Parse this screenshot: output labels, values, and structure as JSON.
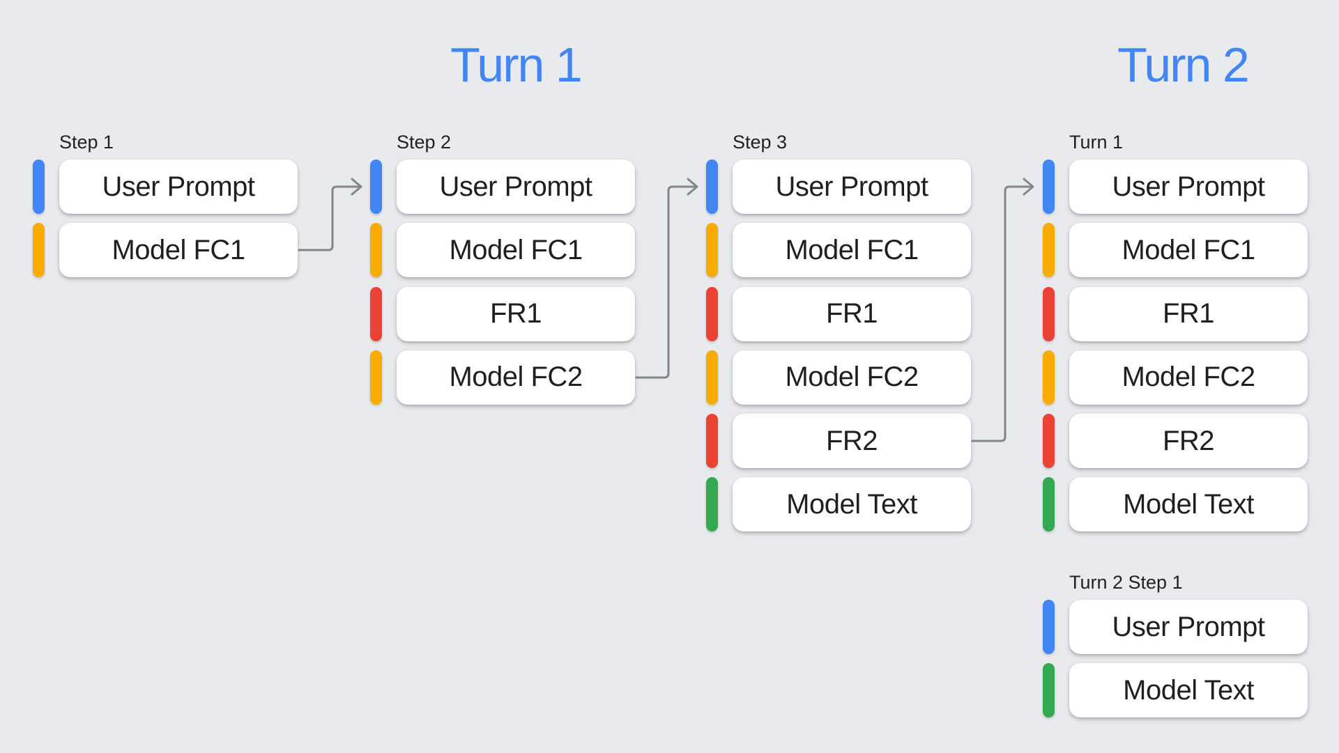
{
  "palette": {
    "background": "#E8EAED",
    "box_fill": "#FFFFFF",
    "box_text": "#1F1F1F",
    "label_text": "#202124",
    "title_blue": "#4285F4",
    "arrow": "#80868B",
    "blue": "#4285F4",
    "yellow": "#F9AB00",
    "red": "#EA4335",
    "green": "#34A853"
  },
  "titles": [
    {
      "label": "Turn 1"
    },
    {
      "label": "Turn 2"
    }
  ],
  "groups": [
    {
      "label": "Step 1",
      "items": [
        {
          "label": "User Prompt",
          "color": "blue"
        },
        {
          "label": "Model FC1",
          "color": "yellow"
        }
      ]
    },
    {
      "label": "Step 2",
      "items": [
        {
          "label": "User Prompt",
          "color": "blue"
        },
        {
          "label": "Model FC1",
          "color": "yellow"
        },
        {
          "label": "FR1",
          "color": "red"
        },
        {
          "label": "Model FC2",
          "color": "yellow"
        }
      ]
    },
    {
      "label": "Step 3",
      "items": [
        {
          "label": "User Prompt",
          "color": "blue"
        },
        {
          "label": "Model FC1",
          "color": "yellow"
        },
        {
          "label": "FR1",
          "color": "red"
        },
        {
          "label": "Model FC2",
          "color": "yellow"
        },
        {
          "label": "FR2",
          "color": "red"
        },
        {
          "label": "Model Text",
          "color": "green"
        }
      ]
    },
    {
      "label": "Turn 1",
      "items": [
        {
          "label": "User Prompt",
          "color": "blue"
        },
        {
          "label": "Model FC1",
          "color": "yellow"
        },
        {
          "label": "FR1",
          "color": "red"
        },
        {
          "label": "Model FC2",
          "color": "yellow"
        },
        {
          "label": "FR2",
          "color": "red"
        },
        {
          "label": "Model Text",
          "color": "green"
        }
      ]
    },
    {
      "label": "Turn 2 Step 1",
      "items": [
        {
          "label": "User Prompt",
          "color": "blue"
        },
        {
          "label": "Model Text",
          "color": "green"
        }
      ]
    }
  ],
  "arrows": [
    {
      "from": "Step 1 / Model FC1",
      "to": "Step 2 / User Prompt"
    },
    {
      "from": "Step 2 / Model FC2",
      "to": "Step 3 / User Prompt"
    },
    {
      "from": "Step 3 / FR2",
      "to": "Turn 1 / User Prompt"
    }
  ]
}
